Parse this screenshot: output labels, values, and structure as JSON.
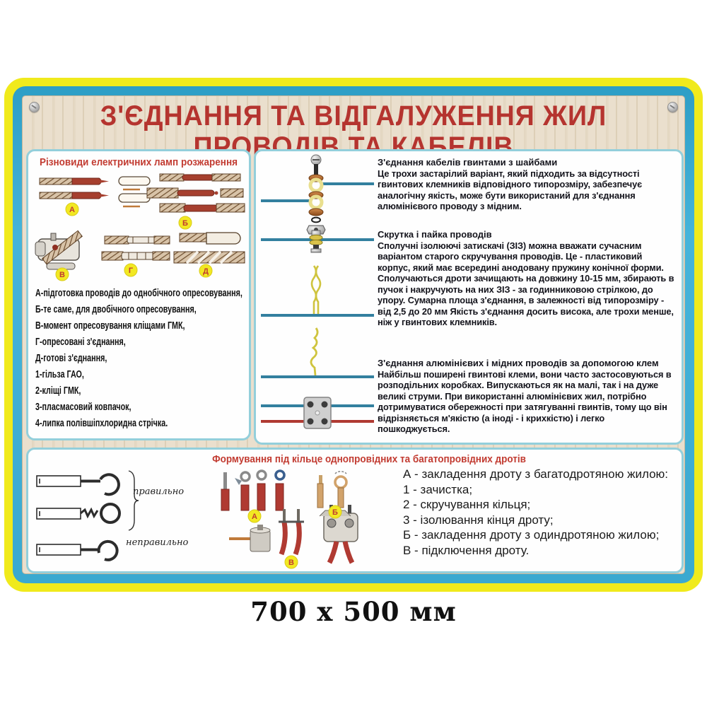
{
  "caption": "700 x 500 мм",
  "poster": {
    "title": {
      "line1": "З'ЄДНАННЯ ТА ВІДГАЛУЖЕННЯ ЖИЛ",
      "line2": "ПРОВОДІВ ТА КАБЕЛІВ"
    },
    "left_panel": {
      "header": "Різновиди електричних ламп розжарення",
      "badges": [
        "А",
        "Б",
        "В",
        "Г",
        "Д"
      ],
      "list": [
        "А-підготовка проводів до однобічного опресовування,",
        "Б-те саме, для двобічного опресовування,",
        "В-момент опресовування кліщами ГМК,",
        "Г-опресовані з'єднання,",
        "Д-готові з'єднання,",
        "1-гільза ГАО,",
        "2-кліщі ГМК,",
        "3-пласмасовий ковпачок,",
        "4-липка полівшіпхлоридна стрічка."
      ]
    },
    "right_panel": {
      "blocks": [
        {
          "heading": "З'єднання кабелів гвинтами з шайбами",
          "body": "Це трохи застарілий варіант, який підходить за відсутності гвинтових клемників відповідного типорозміру, забезпечує аналогічну якість, може бути використаний для з'єднання алюмінієвого проводу з мідним."
        },
        {
          "heading": "Скрутка і пайка проводів",
          "body": "Сполучні ізолюючі затискачі (ЗІЗ) можна вважати сучасним варіантом старого скручування проводів. Це - пластиковий корпус, який має всередині анодовану пружину конічної форми. Сполучаються дроти зачищають на довжину 10-15 мм, збирають в пучок і накручують на них ЗІЗ - за годинниковою стрілкою, до упору. Сумарна площа з'єднання, в залежності від типорозміру - від 2,5 до 20 мм Якість з'єднання досить висока, але трохи менше, ніж у гвинтових клемників."
        },
        {
          "heading": "З'єднання алюмінієвих і мідних проводів за допомогою клем",
          "body": "Найбільш поширені гвинтові клеми, вони часто застосовуються в розподільних коробках. Випускаються як на малі, так і на дуже великі струми. При використанні алюмінієвих жил, потрібно дотримуватися обережності при затягуванні гвинтів, тому що він відрізняється м'якістю (а іноді - і крихкістю) і легко пошкоджується."
        }
      ]
    },
    "bottom_panel": {
      "header": "Формування під кільце однопровідних та багатопровідних дротів",
      "correct_label": "правильно",
      "incorrect_label": "неправильно",
      "badges": [
        "А",
        "Б",
        "В"
      ],
      "list": [
        "А - закладення дроту з багатодротяною жилою:",
        "1 - зачистка;",
        "2 - скручування кільця;",
        "3 - ізолювання кінця дроту;",
        "Б - закладення дроту з одиндротяною жилою;",
        "В - підключення дроту."
      ]
    },
    "colors": {
      "frame_yellow": "#f0ea1c",
      "frame_cyan": "#3aa9d0",
      "title_red": "#b5342f",
      "header_red": "#c23b31",
      "wire_blue": "#33809f",
      "wire_red": "#b03a32",
      "wire_yellow": "#d6c945",
      "copper": "#b5672a",
      "badge_yellow": "#f2e822"
    }
  }
}
